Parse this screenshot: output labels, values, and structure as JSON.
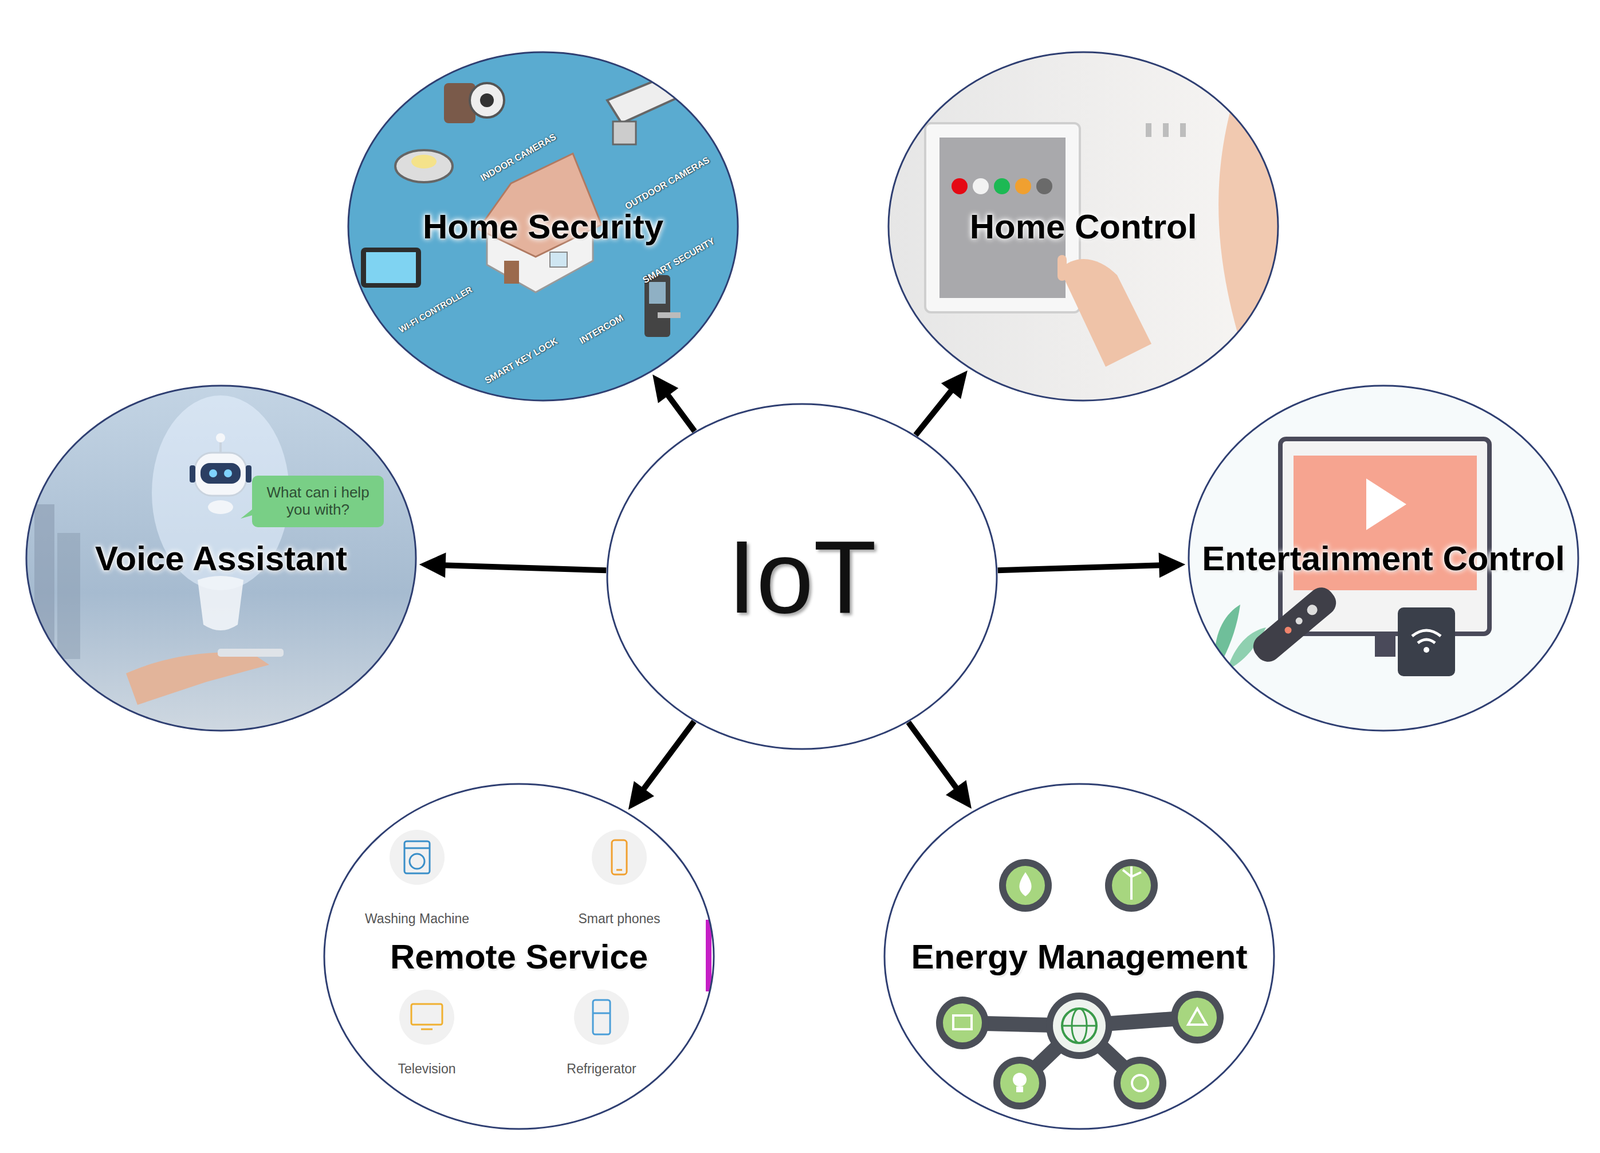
{
  "diagram": {
    "nodes": [
      {
        "text": [
          "Home Security"
        ]
      },
      {
        "text": [
          "Home Control"
        ]
      },
      {
        "text": [
          "Voice Assistant"
        ]
      },
      {
        "text": [
          "IoT"
        ]
      },
      {
        "text": [
          "Entertainment Control"
        ]
      },
      {
        "text": [
          "Remote Service"
        ]
      },
      {
        "text": [
          "Energy Management"
        ]
      }
    ],
    "edges": [
      {
        "from": 3,
        "to": 0,
        "arrow": "to"
      },
      {
        "from": 3,
        "to": 1,
        "arrow": "to"
      },
      {
        "from": 3,
        "to": 2,
        "arrow": "to"
      },
      {
        "from": 3,
        "to": 4,
        "arrow": "to"
      },
      {
        "from": 3,
        "to": 5,
        "arrow": "to"
      },
      {
        "from": 3,
        "to": 6,
        "arrow": "to"
      }
    ],
    "labels": [
      "INDOOR CAMERAS",
      "OUTDOOR CAMERAS",
      "SMART SECURITY",
      "WI-FI CONTROLLER",
      "SMART KEY LOCK",
      "INTERCOM",
      "What can i help you with?",
      "Washing Machine",
      "Smart phones",
      "Television",
      "Refrigerator"
    ]
  }
}
